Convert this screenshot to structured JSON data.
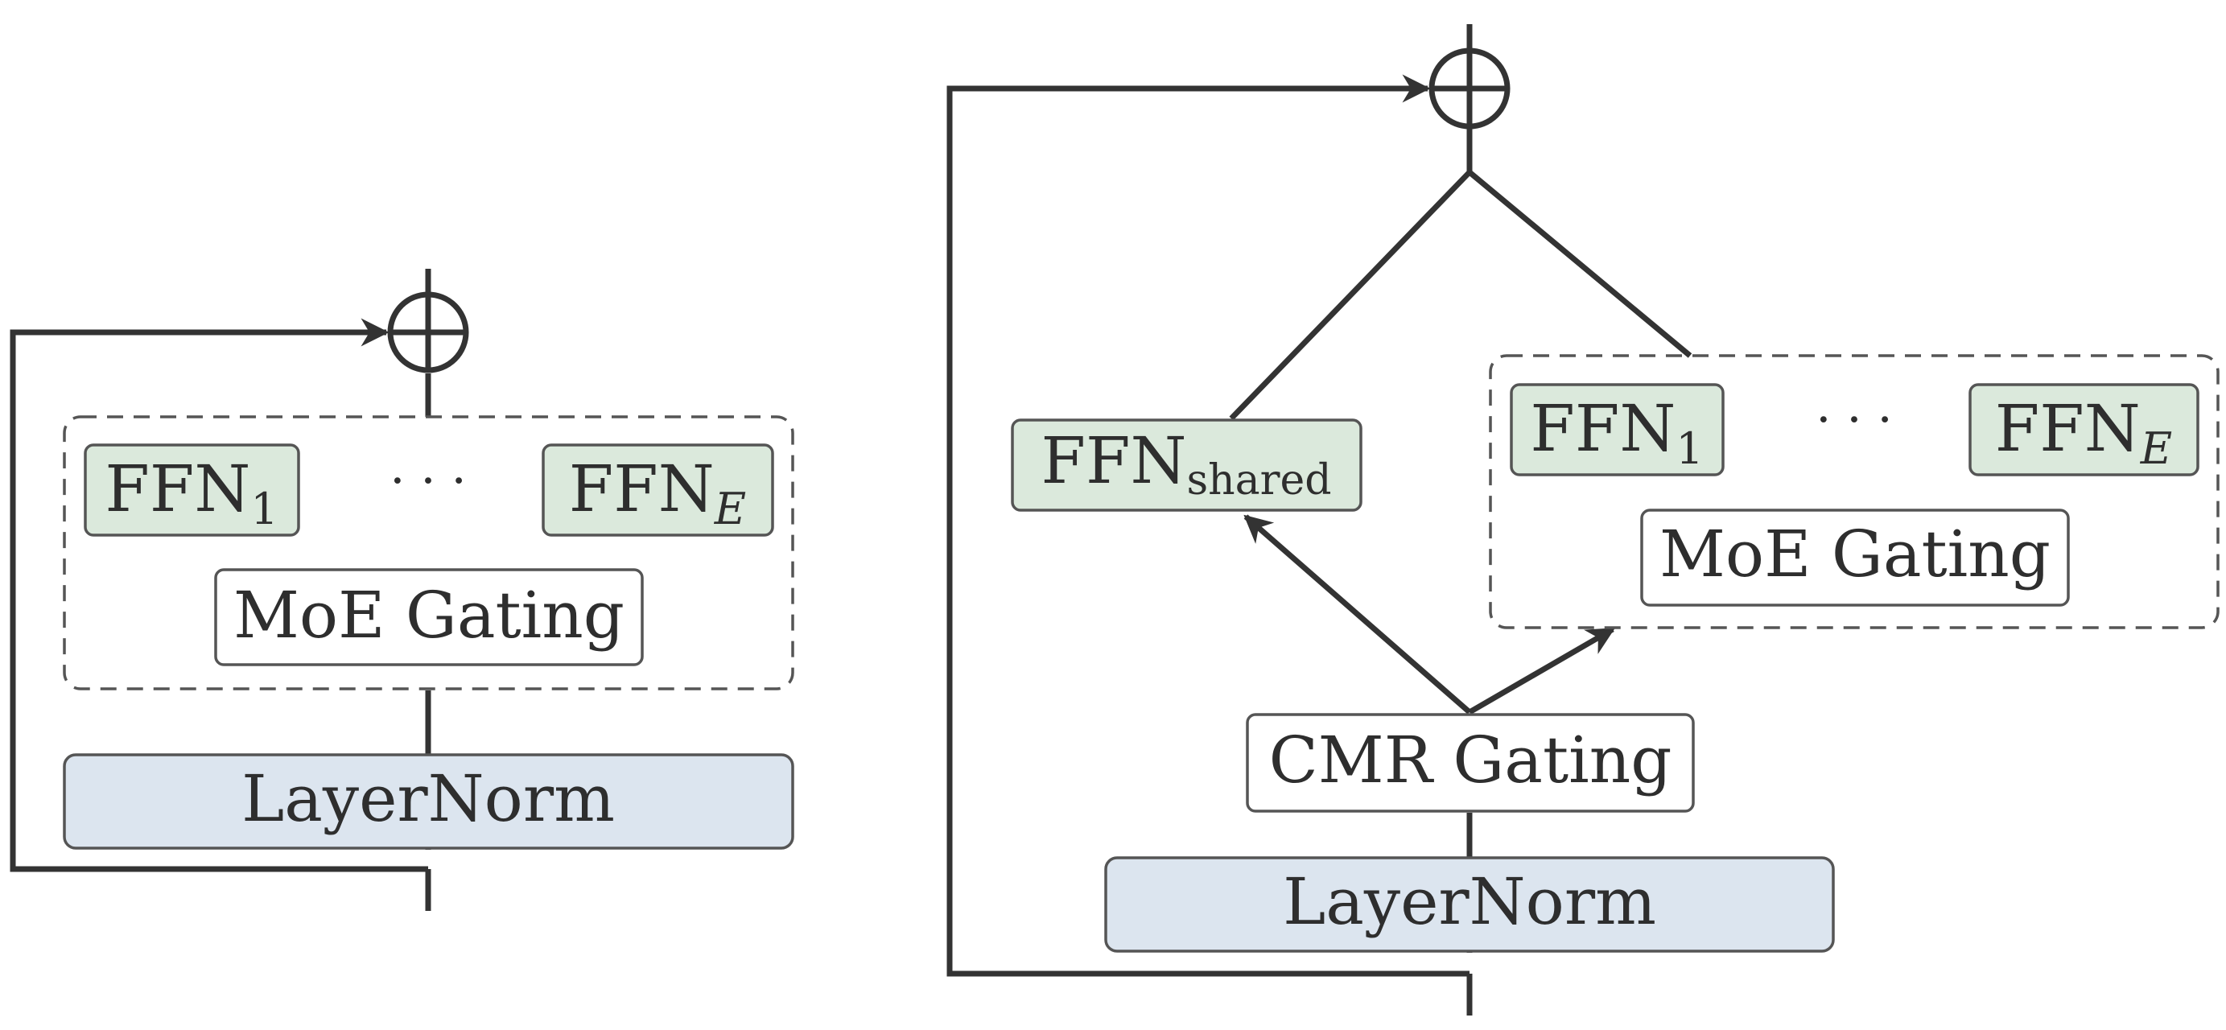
{
  "colors": {
    "stroke": "#333333",
    "ffn_fill": "#dbe9dc",
    "layernorm_fill": "#dce5ef",
    "white_fill": "#ffffff",
    "dashed_border": "#555555"
  },
  "left": {
    "ffn_first": {
      "base": "FFN",
      "sub": "1"
    },
    "ffn_last": {
      "base": "FFN",
      "sub": "E"
    },
    "ellipsis": "· · ·",
    "moe_gating": "MoE Gating",
    "layernorm": "LayerNorm"
  },
  "right": {
    "ffn_shared": {
      "base": "FFN",
      "sub": "shared"
    },
    "ffn_first": {
      "base": "FFN",
      "sub": "1"
    },
    "ffn_last": {
      "base": "FFN",
      "sub": "E"
    },
    "ellipsis": "· · ·",
    "moe_gating": "MoE Gating",
    "cmr_gating": "CMR Gating",
    "layernorm": "LayerNorm"
  }
}
